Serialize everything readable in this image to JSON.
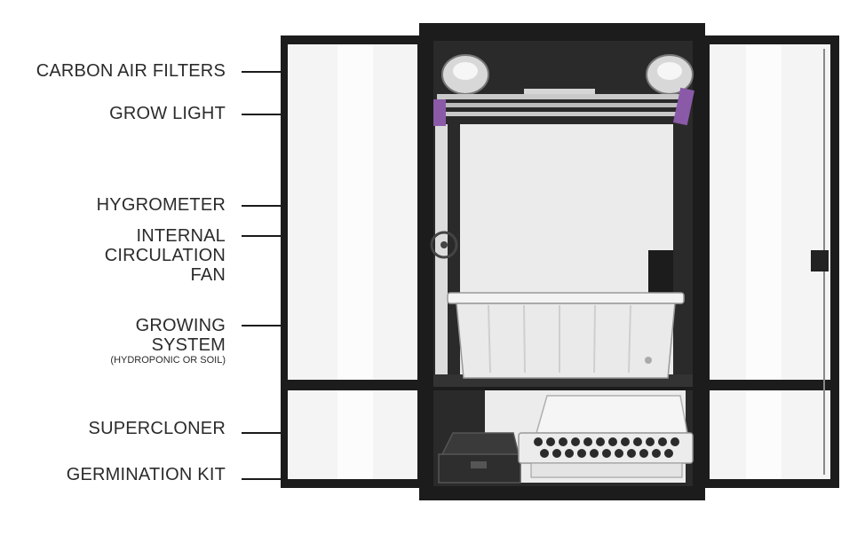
{
  "labels": {
    "carbon_air_filters": "CARBON AIR FILTERS",
    "grow_light": "GROW LIGHT",
    "hygrometer": "HYGROMETER",
    "internal_fan_1": "INTERNAL",
    "internal_fan_2": "CIRCULATION",
    "internal_fan_3": "FAN",
    "growing_system_1": "GROWING",
    "growing_system_2": "SYSTEM",
    "growing_system_sub": "(HYDROPONIC OR SOIL)",
    "supercloner": "SUPERCLONER",
    "germination_kit": "GERMINATION KIT"
  },
  "colors": {
    "frame": "#1c1c1c",
    "panel": "#f2f2f2",
    "interior": "#ebebeb",
    "tray": "#e9e9e9",
    "led_purple": "#8a5aa8"
  }
}
